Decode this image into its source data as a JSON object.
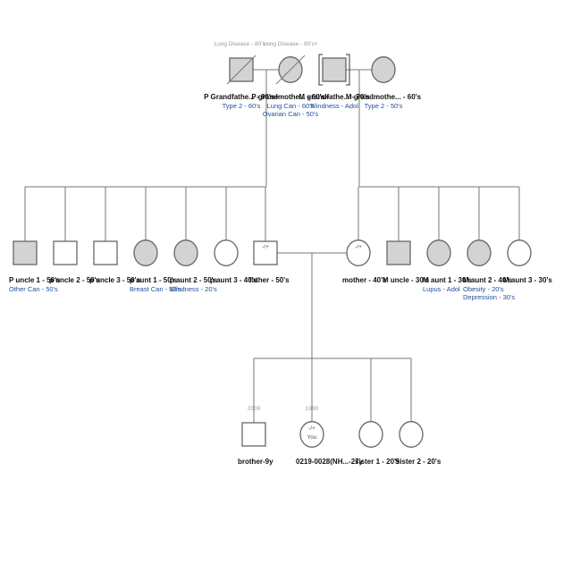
{
  "colors": {
    "line": "#777777",
    "affected": "#d3d3d3",
    "unaffected": "#ffffff",
    "stroke": "#666666",
    "condition": "#1f4e9c"
  },
  "people": {
    "p_grandfather": {
      "label": "P Grandfathe... - 90's+",
      "sex": "male",
      "affected": true,
      "deceased": true,
      "conditions": [
        "Type 2 - 60's"
      ],
      "above": [
        "Lung Disease - 80's+"
      ]
    },
    "p_grandmother": {
      "label": "P grandmothe... - 60's+",
      "sex": "female",
      "affected": true,
      "deceased": true,
      "conditions": [
        "Lung Can - 60's",
        "Ovarian Can - 50's"
      ],
      "above": [
        "Lung Disease - 80's+"
      ]
    },
    "m_grandfather": {
      "label": "M grandfathe... - 70's",
      "sex": "male",
      "affected": true,
      "adopted": true,
      "conditions": [
        "Blindness - Adol"
      ],
      "above": []
    },
    "m_grandmother": {
      "label": "M grandmothe... - 60's",
      "sex": "female",
      "affected": true,
      "conditions": [
        "Type 2 - 50's"
      ],
      "above": []
    },
    "p_uncle_1": {
      "label": "P uncle 1 - 50's",
      "sex": "male",
      "affected": true,
      "conditions": [
        "Other Can - 50's"
      ],
      "above": []
    },
    "p_uncle_2": {
      "label": "p uncle 2 - 50's",
      "sex": "male",
      "affected": false,
      "conditions": [],
      "above": []
    },
    "p_uncle_3": {
      "label": "p uncle 3 - 50's",
      "sex": "male",
      "affected": false,
      "conditions": [],
      "above": []
    },
    "p_aunt_1": {
      "label": "p aunt 1 - 50's",
      "sex": "female",
      "affected": true,
      "conditions": [
        "Breast Can - 50's"
      ],
      "above": []
    },
    "p_aunt_2": {
      "label": "p aunt 2 - 50's",
      "sex": "female",
      "affected": true,
      "conditions": [
        "Blindness - 20's"
      ],
      "above": []
    },
    "p_aunt_3": {
      "label": "p aunt 3 - 40's",
      "sex": "female",
      "affected": false,
      "conditions": [],
      "above": []
    },
    "father": {
      "label": "father - 50's",
      "sex": "male",
      "affected": false,
      "conditions": [],
      "above": [],
      "mark": "-/+"
    },
    "mother": {
      "label": "mother - 40's",
      "sex": "female",
      "affected": false,
      "conditions": [],
      "above": [],
      "mark": "-/+"
    },
    "m_uncle": {
      "label": "M uncle - 30's",
      "sex": "male",
      "affected": true,
      "conditions": [],
      "above": []
    },
    "m_aunt_1": {
      "label": "M aunt 1 - 30's",
      "sex": "female",
      "affected": true,
      "conditions": [
        "Lupus - Adol"
      ],
      "above": []
    },
    "m_aunt_2": {
      "label": "M aunt 2 - 40's",
      "sex": "female",
      "affected": true,
      "conditions": [
        "Obesity - 20's",
        "Depression - 30's"
      ],
      "above": []
    },
    "m_aunt_3": {
      "label": "M aunt 3 - 30's",
      "sex": "female",
      "affected": false,
      "conditions": [],
      "above": []
    },
    "brother": {
      "label": "brother-9y",
      "sex": "male",
      "affected": false,
      "conditions": [],
      "above": [
        "2009"
      ]
    },
    "proband": {
      "label": "0219-0028(NH...-27y",
      "sex": "female",
      "affected": false,
      "conditions": [],
      "above": [
        "1990"
      ],
      "mark": "-/+",
      "inner": "You"
    },
    "sister_1": {
      "label": "sister 1 - 20's",
      "sex": "female",
      "affected": false,
      "conditions": [],
      "above": []
    },
    "sister_2": {
      "label": "Sister 2 - 20's",
      "sex": "female",
      "affected": false,
      "conditions": [],
      "above": []
    }
  }
}
